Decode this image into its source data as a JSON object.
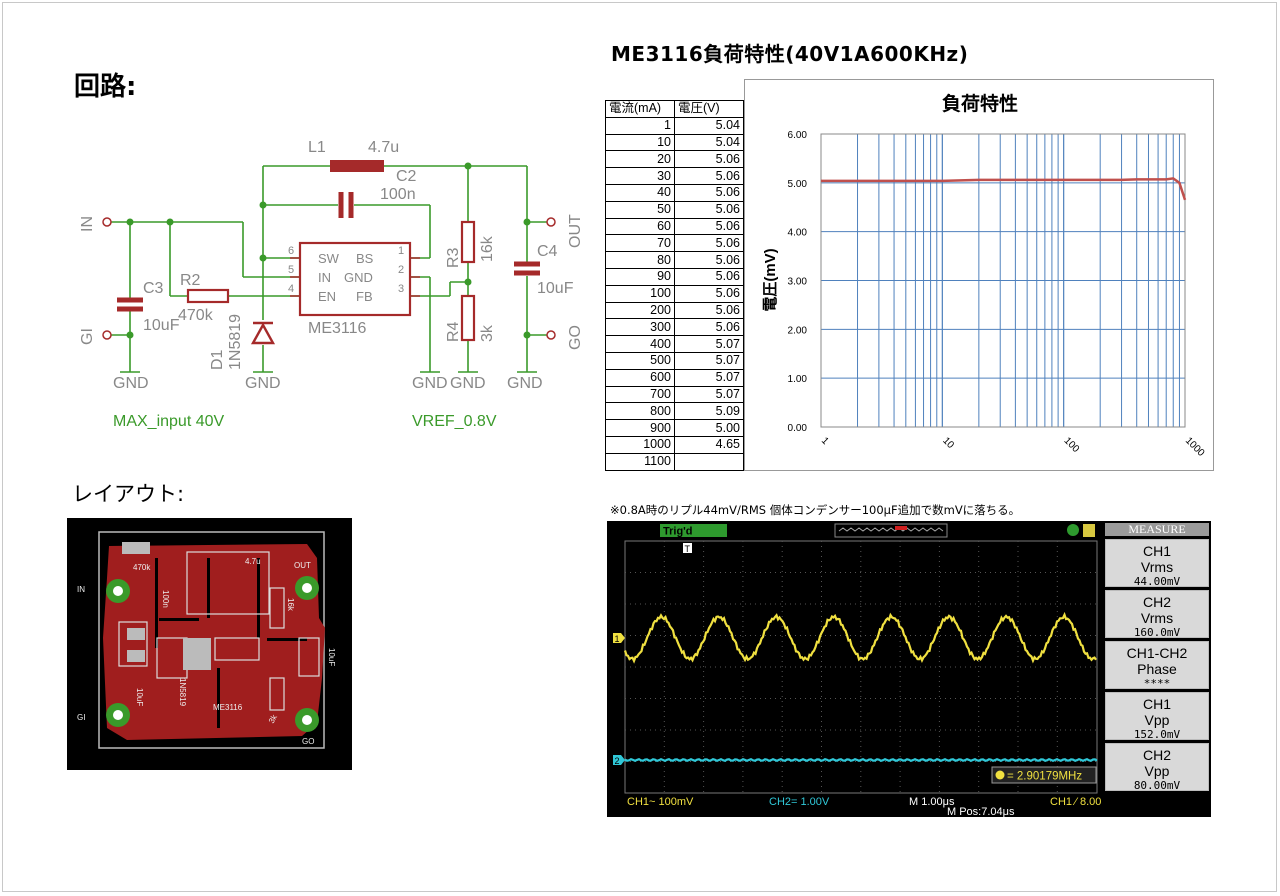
{
  "sections": {
    "circuit_title": "回路:",
    "layout_title": "レイアウト:",
    "main_title": "ME3116負荷特性(40V1A600KHz)"
  },
  "schematic": {
    "in_label": "IN",
    "gi_label": "GI",
    "out_label": "OUT",
    "go_label": "GO",
    "gnd_label": "GND",
    "l1_name": "L1",
    "l1_value": "4.7u",
    "c2_name": "C2",
    "c2_value": "100n",
    "c3_name": "C3",
    "c3_value": "10uF",
    "c4_name": "C4",
    "c4_value": "10uF",
    "r2_name": "R2",
    "r2_value": "470k",
    "r3_name": "R3",
    "r3_value": "16k",
    "r4_name": "R4",
    "r4_value": "3k",
    "d1_name": "D1",
    "d1_value": "1N5819",
    "ic_name": "ME3116",
    "pin_sw": "SW",
    "pin_bs": "BS",
    "pin_in": "IN",
    "pin_gnd": "GND",
    "pin_en": "EN",
    "pin_fb": "FB",
    "pin1": "1",
    "pin2": "2",
    "pin3": "3",
    "pin4": "4",
    "pin5": "5",
    "pin6": "6",
    "note_input": "MAX_input 40V",
    "note_vref": "VREF_0.8V",
    "wire_color": "#3a9a2a",
    "part_color": "#a52a2a"
  },
  "pcb": {
    "in": "IN",
    "gi": "GI",
    "out": "OUT",
    "go": "GO",
    "l_value": "4.7u",
    "r2": "470k",
    "r3": "16k",
    "r4": "3k",
    "c2": "100n",
    "c3": "10uF",
    "c4": "10uF",
    "d1": "1N5819",
    "ic": "ME3116",
    "copper_color": "#a01e1e"
  },
  "table": {
    "header_current": "電流(mA)",
    "header_voltage": "電圧(V)",
    "rows": [
      [
        "1",
        "5.04"
      ],
      [
        "10",
        "5.04"
      ],
      [
        "20",
        "5.06"
      ],
      [
        "30",
        "5.06"
      ],
      [
        "40",
        "5.06"
      ],
      [
        "50",
        "5.06"
      ],
      [
        "60",
        "5.06"
      ],
      [
        "70",
        "5.06"
      ],
      [
        "80",
        "5.06"
      ],
      [
        "90",
        "5.06"
      ],
      [
        "100",
        "5.06"
      ],
      [
        "200",
        "5.06"
      ],
      [
        "300",
        "5.06"
      ],
      [
        "400",
        "5.07"
      ],
      [
        "500",
        "5.07"
      ],
      [
        "600",
        "5.07"
      ],
      [
        "700",
        "5.07"
      ],
      [
        "800",
        "5.09"
      ],
      [
        "900",
        "5.00"
      ],
      [
        "1000",
        "4.65"
      ],
      [
        "1100",
        ""
      ]
    ]
  },
  "chart_data": {
    "type": "line",
    "title": "負荷特性",
    "ylabel": "電圧(mV)",
    "xlabel": "",
    "xscale": "log",
    "xlim": [
      1,
      1000
    ],
    "ylim": [
      0,
      6
    ],
    "yticks": [
      "0.00",
      "1.00",
      "2.00",
      "3.00",
      "4.00",
      "5.00",
      "6.00"
    ],
    "xticks": [
      "1",
      "10",
      "100",
      "1000"
    ],
    "grid": true,
    "series": [
      {
        "x": [
          1,
          10,
          20,
          30,
          40,
          50,
          60,
          70,
          80,
          90,
          100,
          200,
          300,
          400,
          500,
          600,
          700,
          800,
          900,
          1000
        ],
        "y": [
          5.04,
          5.04,
          5.06,
          5.06,
          5.06,
          5.06,
          5.06,
          5.06,
          5.06,
          5.06,
          5.06,
          5.06,
          5.06,
          5.07,
          5.07,
          5.07,
          5.07,
          5.09,
          5.0,
          4.65
        ],
        "color": "#c0504d"
      }
    ]
  },
  "ripple_note": "※0.8A時のリプル44mV/RMS 個体コンデンサー100μF追加で数mVに落ちる。",
  "scope": {
    "trig_label": "Trig'd",
    "trig_marker": "T",
    "ch1_marker": "1",
    "ch2_marker": "2",
    "freq_readout": "= 2.90179MHz",
    "ch1_scale": "CH1~ 100mV",
    "ch2_scale": "CH2= 1.00V",
    "time_scale": "M 1.00μs",
    "trigger_setting": "CH1 ⁄ 8.00mV",
    "mpos": "M Pos:7.04μs",
    "measure_title": "MEASURE",
    "measurements": [
      {
        "ch": "CH1",
        "type": "Vrms",
        "value": "44.00mV"
      },
      {
        "ch": "CH2",
        "type": "Vrms",
        "value": "160.0mV"
      },
      {
        "ch": "CH1-CH2",
        "type": "Phase",
        "value": "****"
      },
      {
        "ch": "CH1",
        "type": "Vpp",
        "value": "152.0mV"
      },
      {
        "ch": "CH2",
        "type": "Vpp",
        "value": "80.00mV"
      }
    ],
    "ch1_color": "#f0e040",
    "ch2_color": "#30c8d8"
  }
}
